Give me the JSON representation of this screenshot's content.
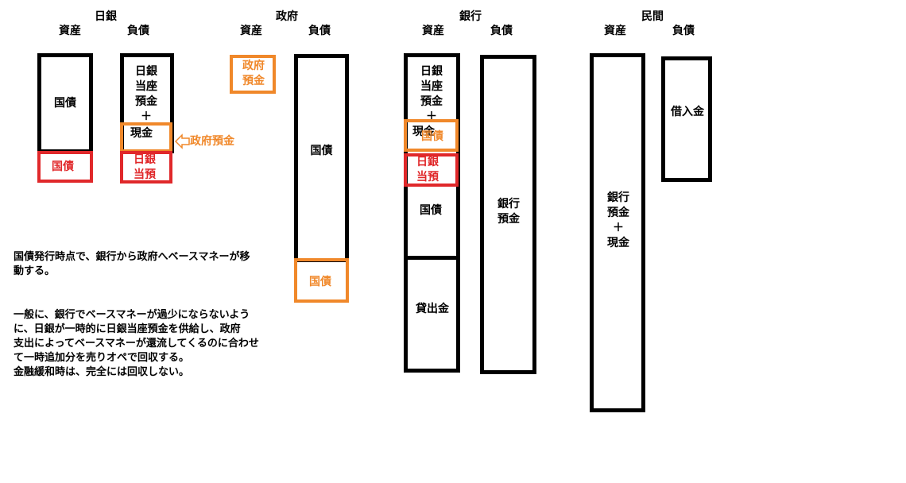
{
  "headers": {
    "boj": "日銀",
    "gov": "政府",
    "bank": "銀行",
    "private": "民間",
    "assets": "資産",
    "liabilities": "負債"
  },
  "boj": {
    "assets_jgb": "国債",
    "assets_jgb_added": "国債",
    "liab_main": "日銀\n当座\n預金\n＋",
    "liab_cash": "現金",
    "liab_added": "日銀\n当預",
    "arrow_label": "政府預金"
  },
  "gov": {
    "assets_deposit": "政府\n預金",
    "liab_jgb": "国債",
    "liab_jgb_added": "国債"
  },
  "bank": {
    "assets_top": "日銀\n当座\n預金\n＋",
    "assets_cash": "現金",
    "assets_jgb_overlap": "国債",
    "assets_boj_deposit": "日銀\n当預",
    "assets_jgb": "国債",
    "assets_loans": "貸出金",
    "liab_deposits": "銀行\n預金"
  },
  "private": {
    "assets": "銀行\n預金\n＋\n現金",
    "liab_loans": "借入金"
  },
  "notes": {
    "note1": "国債発行時点で、銀行から政府へベースマネーが移\n動する。",
    "note2": "一般に、銀行でベースマネーが過少にならないよう\nに、日銀が一時的に日銀当座預金を供給し、政府\n支出によってベースマネーが還流してくるのに合わせ\nて一時追加分を売りオペで回収する。\n金融緩和時は、完全には回収しない。"
  },
  "colors": {
    "black": "#000000",
    "orange": "#f0882a",
    "red": "#e0282a"
  }
}
